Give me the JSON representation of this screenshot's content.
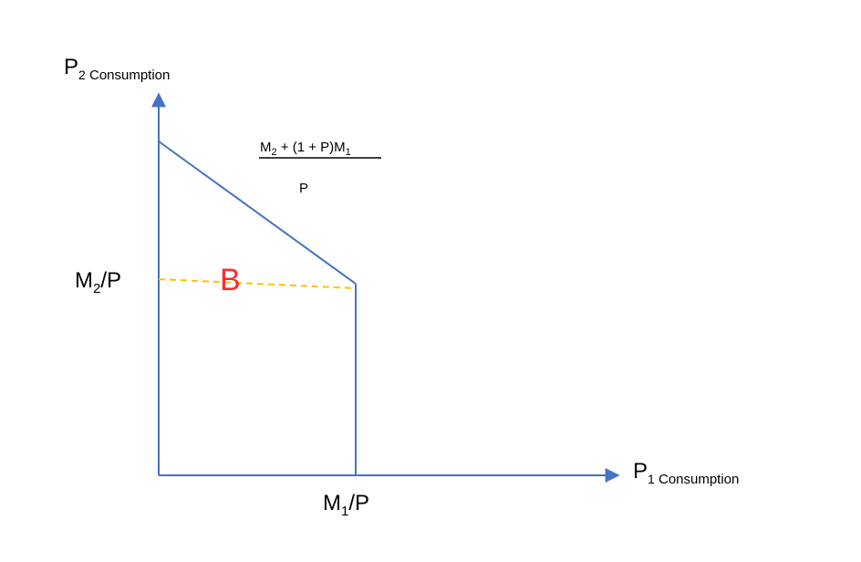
{
  "y_axis": {
    "base": "P",
    "sub": "2",
    "label": " Consumption"
  },
  "x_axis": {
    "base": "P",
    "sub": "1",
    "label": " Consumption"
  },
  "y_intercept_label": {
    "pre": "M",
    "sub": "2",
    "post": "/P"
  },
  "x_kink_label": {
    "pre": "M",
    "sub": "1",
    "post": "/P"
  },
  "formula": {
    "numerator_pre": "M",
    "numerator_sub1": "2",
    "numerator_mid": " + (1 + P)M",
    "numerator_sub2": "1",
    "denominator": "P"
  },
  "point_label": "B",
  "colors": {
    "axis": "#4472C4",
    "budget_line": "#4472C4",
    "dashed_line": "#FFC000",
    "marker": "#FF2A2A",
    "text": "#000000"
  }
}
